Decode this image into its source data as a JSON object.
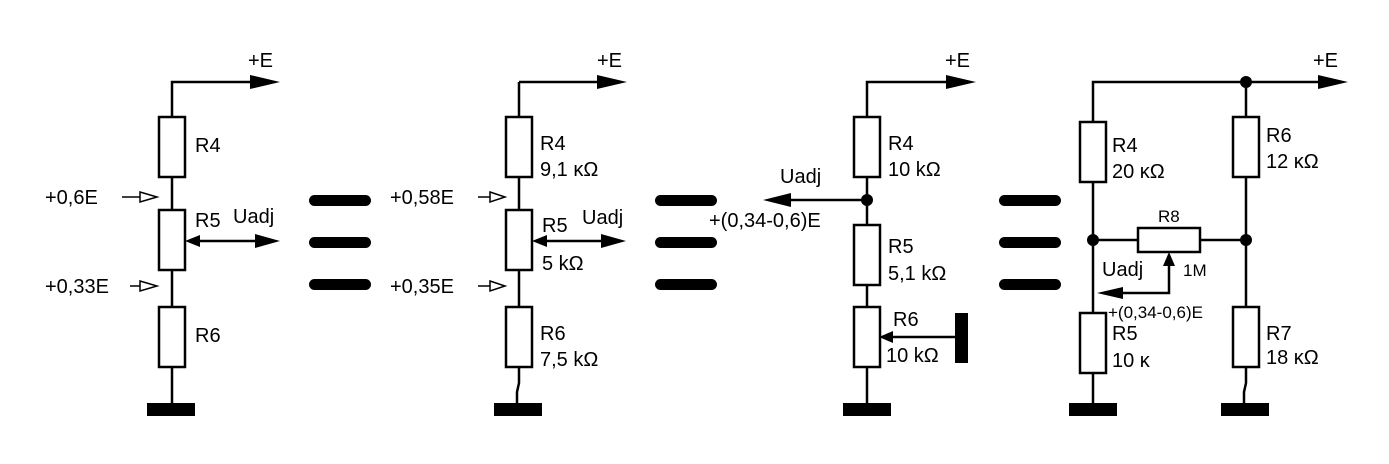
{
  "supply_label": "+E",
  "adjust_label": "Uadj",
  "circuit1": {
    "r4": "R4",
    "r5": "R5",
    "r6": "R6",
    "v_top": "+0,6E",
    "v_bottom": "+0,33E"
  },
  "circuit2": {
    "r4": "R4",
    "r4_value": "9,1 κΩ",
    "r5": "R5",
    "r5_value": "5 kΩ",
    "r6": "R6",
    "r6_value": "7,5 kΩ",
    "v_top": "+0,58E",
    "v_bottom": "+0,35E"
  },
  "circuit3": {
    "r4": "R4",
    "r4_value": "10 kΩ",
    "r5": "R5",
    "r5_value": "5,1 kΩ",
    "r6": "R6",
    "r6_value": "10 kΩ",
    "range": "+(0,34-0,6)E"
  },
  "circuit4": {
    "r4": "R4",
    "r4_value": "20 κΩ",
    "r5": "R5",
    "r5_value": "10 κ",
    "r6": "R6",
    "r6_value": "12 κΩ",
    "r7": "R7",
    "r7_value": "18 κΩ",
    "r8": "R8",
    "r8_value": "1M",
    "range": "+(0,34-0,6)E"
  }
}
